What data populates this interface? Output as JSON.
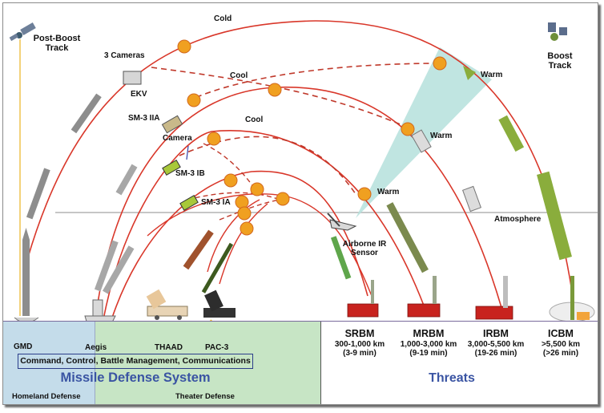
{
  "diagram": {
    "trajectory_labels": {
      "cold": "Cold",
      "cool_upper": "Cool",
      "cool_lower": "Cool",
      "warm_top": "Warm",
      "warm_mid": "Warm",
      "warm_low": "Warm",
      "atmosphere": "Atmosphere"
    },
    "sensors": {
      "post_boost_track": "Post-Boost Track",
      "boost_track": "Boost Track",
      "airborne_ir_sensor": "Airborne IR Sensor"
    },
    "interceptors": {
      "three_cameras": "3 Cameras",
      "ekv": "EKV",
      "sm3_iia": "SM-3 IIA",
      "camera": "Camera",
      "sm3_ib": "SM-3 IB",
      "sm3_ia": "SM-3 IA"
    },
    "defense_systems": {
      "gmd": "GMD",
      "aegis": "Aegis",
      "thaad": "THAAD",
      "pac3": "PAC-3"
    },
    "c2bmc": "Command, Control, Battle Management, Communications",
    "missile_defense_title": "Missile Defense System",
    "homeland_defense": "Homeland Defense",
    "theater_defense": "Theater Defense",
    "threats_title": "Threats",
    "threats": [
      {
        "name": "SRBM",
        "range": "300-1,000 km",
        "time": "(3-9 min)"
      },
      {
        "name": "MRBM",
        "range": "1,000-3,000 km",
        "time": "(9-19 min)"
      },
      {
        "name": "IRBM",
        "range": "3,000-5,500 km",
        "time": "(19-26 min)"
      },
      {
        "name": "ICBM",
        "range": ">5,500 km",
        "time": "(>26 min)"
      }
    ],
    "colors": {
      "trajectory": "#d9372a",
      "title_blue": "#3a54a3",
      "homeland_bg": "#c4dcea",
      "theater_bg": "#c7e5c5",
      "sensor_cone": "#b5e0dc",
      "explosion": "#f0a020",
      "launcher_red": "#c8231e",
      "icbm_green": "#8aad3c"
    }
  }
}
